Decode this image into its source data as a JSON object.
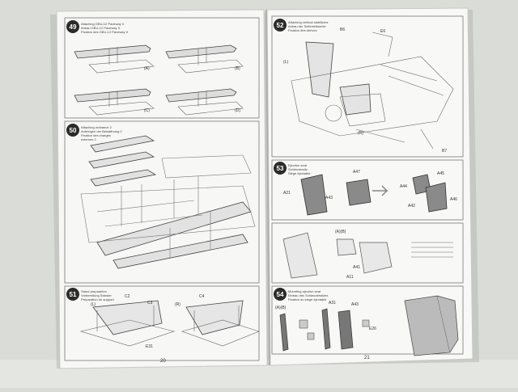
{
  "manual": {
    "left_page_number": "20",
    "right_page_number": "21",
    "steps": {
      "s49": {
        "number": "49",
        "title_lines": [
          "Attaching GBU-12 Paveway II",
          "Anbau GBU-12 Paveway II",
          "Fixation des GBU-12 Paveway II"
        ],
        "panels": [
          "(A)",
          "(B)",
          "(C)",
          "(D)"
        ]
      },
      "s50": {
        "number": "50",
        "title_lines": [
          "Attaching ordnance 2",
          "Anbringen der Bewaffnung 2",
          "Fixation des charges",
          "externes 2"
        ]
      },
      "s51": {
        "number": "51",
        "title_lines": [
          "Stand preparation",
          "Vorbereitung Ständer",
          "Préparation du support"
        ],
        "parts": [
          "C2",
          "C3",
          "C4",
          "(R)",
          "(L)",
          "E31"
        ]
      },
      "s52": {
        "number": "52",
        "title_lines": [
          "Attaching vertical stabilizers",
          "Anbau der Seitenleitwerke",
          "Fixation des dérives"
        ],
        "parts": [
          "(L)",
          "(R)",
          "B7",
          "B6",
          "E6"
        ]
      },
      "s53": {
        "number": "53",
        "title_lines": [
          "Ejection seat",
          "Schleudersitz",
          "Siège éjectable"
        ],
        "parts": [
          "A47",
          "A43",
          "A44",
          "A45",
          "A46",
          "A42",
          "A21",
          "(A)(B)",
          "A41",
          "A11"
        ]
      },
      "s54": {
        "number": "54",
        "title_lines": [
          "Mounting ejection seat",
          "Einbau des Schleudersitzes",
          "Fixation du siège éjectable"
        ],
        "parts": [
          "(A)(B)",
          "A31",
          "A43",
          "E26"
        ]
      }
    }
  }
}
